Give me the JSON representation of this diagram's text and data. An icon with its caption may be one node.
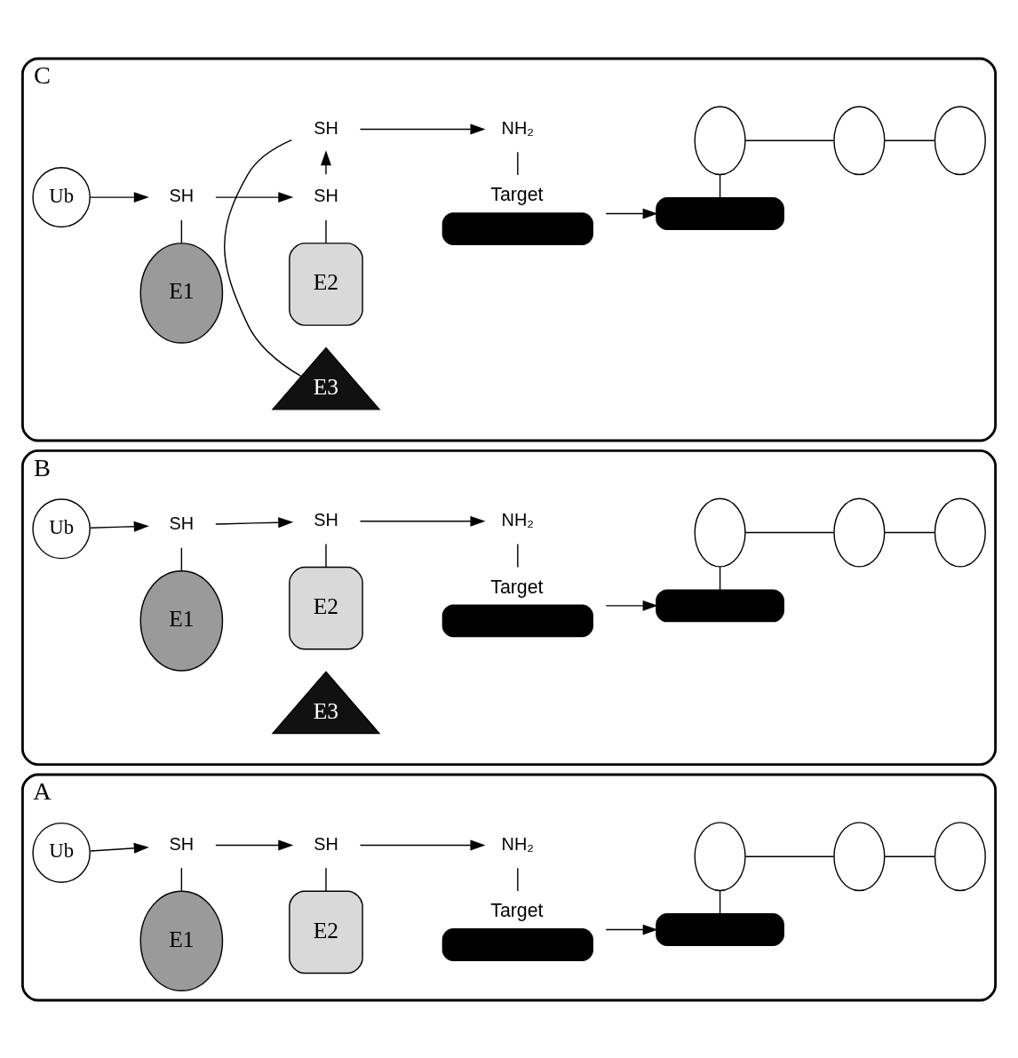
{
  "diagram": {
    "nodes": [
      {
        "text": [
          "A"
        ]
      },
      {
        "text": [
          "Ub"
        ],
        "in": 0
      },
      {
        "text": [
          "E1"
        ],
        "in": 0
      },
      {
        "text": [
          "SH"
        ],
        "in": 0
      },
      {
        "text": [
          "E2"
        ],
        "in": 0
      },
      {
        "text": [
          "SH"
        ],
        "in": 0
      },
      {
        "text": [
          "Target"
        ],
        "in": 0
      },
      {
        "text": [
          "NH₂"
        ],
        "in": 0
      },
      {
        "text": [],
        "shape": "bar",
        "in": 0
      },
      {
        "text": [],
        "shape": "circle",
        "in": 0
      },
      {
        "text": [],
        "shape": "circle",
        "in": 0
      },
      {
        "text": [],
        "shape": "circle",
        "in": 0
      },
      {
        "text": [
          "B"
        ]
      },
      {
        "text": [
          "Ub"
        ],
        "in": 12
      },
      {
        "text": [
          "E1"
        ],
        "in": 12
      },
      {
        "text": [
          "SH"
        ],
        "in": 12
      },
      {
        "text": [
          "E2"
        ],
        "in": 12
      },
      {
        "text": [
          "E3"
        ],
        "in": 12
      },
      {
        "text": [
          "SH"
        ],
        "in": 12
      },
      {
        "text": [
          "Target"
        ],
        "in": 12
      },
      {
        "text": [
          "NH₂"
        ],
        "in": 12
      },
      {
        "text": [],
        "shape": "bar",
        "in": 12
      },
      {
        "text": [],
        "shape": "circle",
        "in": 12
      },
      {
        "text": [],
        "shape": "circle",
        "in": 12
      },
      {
        "text": [],
        "shape": "circle",
        "in": 12
      },
      {
        "text": [
          "C"
        ]
      },
      {
        "text": [
          "Ub"
        ],
        "in": 25
      },
      {
        "text": [
          "E1"
        ],
        "in": 25
      },
      {
        "text": [
          "SH"
        ],
        "in": 25
      },
      {
        "text": [
          "E2"
        ],
        "in": 25
      },
      {
        "text": [
          "E3"
        ],
        "in": 25
      },
      {
        "text": [
          "SH"
        ],
        "in": 25
      },
      {
        "text": [
          "SH"
        ],
        "in": 25
      },
      {
        "text": [
          "Target"
        ],
        "in": 25
      },
      {
        "text": [
          "NH₂"
        ],
        "in": 25
      },
      {
        "text": [],
        "shape": "bar",
        "in": 25
      },
      {
        "text": [],
        "shape": "circle",
        "in": 25
      },
      {
        "text": [],
        "shape": "circle",
        "in": 25
      },
      {
        "text": [],
        "shape": "circle",
        "in": 25
      }
    ],
    "edges": [
      {
        "from": 2,
        "to": 3,
        "arrow": "none"
      },
      {
        "from": 4,
        "to": 5,
        "arrow": "none"
      },
      {
        "from": 6,
        "to": 7,
        "arrow": "none"
      },
      {
        "from": 1,
        "to": 3,
        "arrow": "to"
      },
      {
        "from": 3,
        "to": 5,
        "arrow": "to"
      },
      {
        "from": 5,
        "to": 7,
        "arrow": "to"
      },
      {
        "from": 6,
        "to": 8,
        "arrow": "to"
      },
      {
        "from": 8,
        "to": 9,
        "arrow": "none"
      },
      {
        "from": 9,
        "to": 10,
        "arrow": "none"
      },
      {
        "from": 10,
        "to": 11,
        "arrow": "none"
      },
      {
        "from": 14,
        "to": 15,
        "arrow": "none"
      },
      {
        "from": 16,
        "to": 18,
        "arrow": "none"
      },
      {
        "from": 19,
        "to": 20,
        "arrow": "none"
      },
      {
        "from": 13,
        "to": 15,
        "arrow": "to"
      },
      {
        "from": 15,
        "to": 18,
        "arrow": "to"
      },
      {
        "from": 18,
        "to": 20,
        "arrow": "to"
      },
      {
        "from": 19,
        "to": 21,
        "arrow": "to"
      },
      {
        "from": 21,
        "to": 22,
        "arrow": "none"
      },
      {
        "from": 22,
        "to": 23,
        "arrow": "none"
      },
      {
        "from": 23,
        "to": 24,
        "arrow": "none"
      },
      {
        "from": 27,
        "to": 28,
        "arrow": "none"
      },
      {
        "from": 29,
        "to": 31,
        "arrow": "none"
      },
      {
        "from": 30,
        "to": 32,
        "arrow": "none"
      },
      {
        "from": 33,
        "to": 34,
        "arrow": "none"
      },
      {
        "from": 26,
        "to": 28,
        "arrow": "to"
      },
      {
        "from": 28,
        "to": 31,
        "arrow": "to"
      },
      {
        "from": 31,
        "to": 32,
        "arrow": "to"
      },
      {
        "from": 32,
        "to": 34,
        "arrow": "to"
      },
      {
        "from": 33,
        "to": 35,
        "arrow": "to"
      },
      {
        "from": 35,
        "to": 36,
        "arrow": "none"
      },
      {
        "from": 36,
        "to": 37,
        "arrow": "none"
      },
      {
        "from": 37,
        "to": 38,
        "arrow": "none"
      }
    ]
  }
}
